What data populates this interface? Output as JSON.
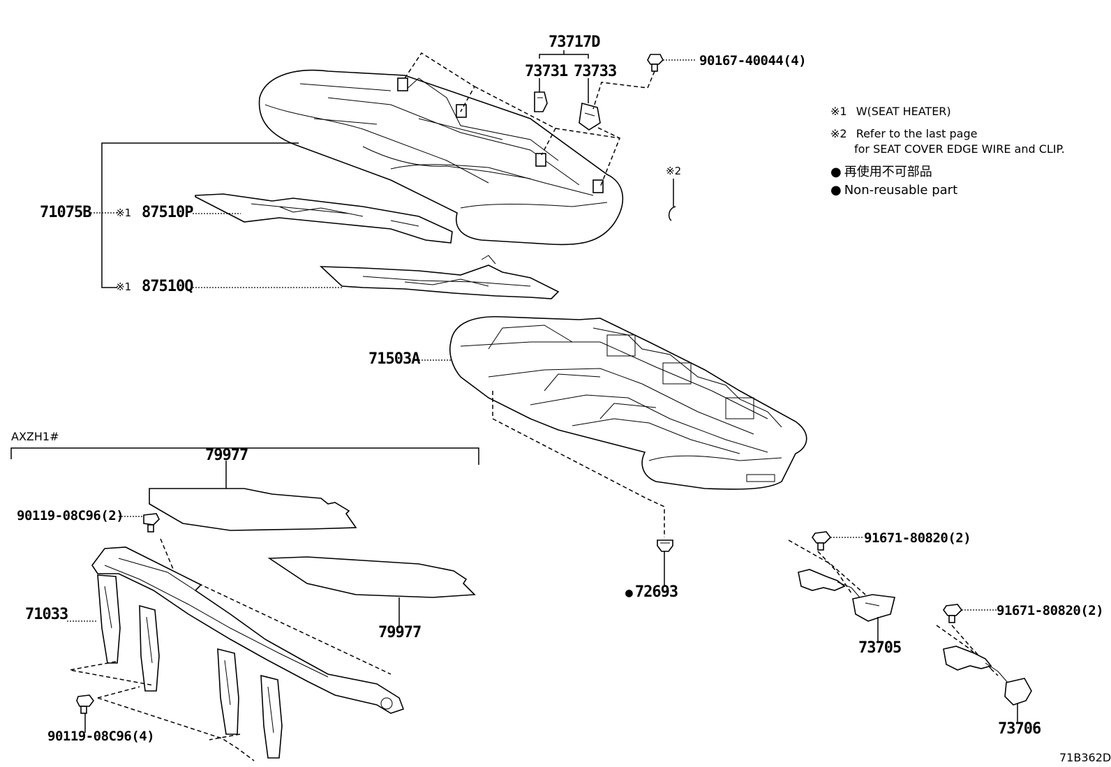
{
  "diagram_code": "71B362D",
  "variant_label": "AXZH1#",
  "notes": {
    "n1_mark": "※1",
    "n1_text": "W(SEAT HEATER)",
    "n2_mark": "※2",
    "n2_line1": "Refer to the last page",
    "n2_line2": "for SEAT COVER EDGE WIRE and CLIP.",
    "nonreusable_jp": "再使用不可部品",
    "nonreusable_en": "Non-reusable part"
  },
  "parts": {
    "p73717D": "73717D",
    "p73731": "73731",
    "p73733": "73733",
    "p90167": "90167-40044(4)",
    "p71075B": "71075B",
    "p87510P_mark": "※1",
    "p87510P": "87510P",
    "p87510Q_mark": "※1",
    "p87510Q": "87510Q",
    "note2_marker": "※2",
    "p71503A": "71503A",
    "p79977_top": "79977",
    "p79977_bottom": "79977",
    "p90119_top": "90119-08C96(2)",
    "p90119_bottom": "90119-08C96(4)",
    "p71033": "71033",
    "p72693": "72693",
    "p91671_a": "91671-80820(2)",
    "p91671_b": "91671-80820(2)",
    "p73705": "73705",
    "p73706": "73706"
  },
  "icons": [
    "bolt-icon",
    "clip-icon",
    "grommet-icon",
    "hook-clip-icon"
  ]
}
